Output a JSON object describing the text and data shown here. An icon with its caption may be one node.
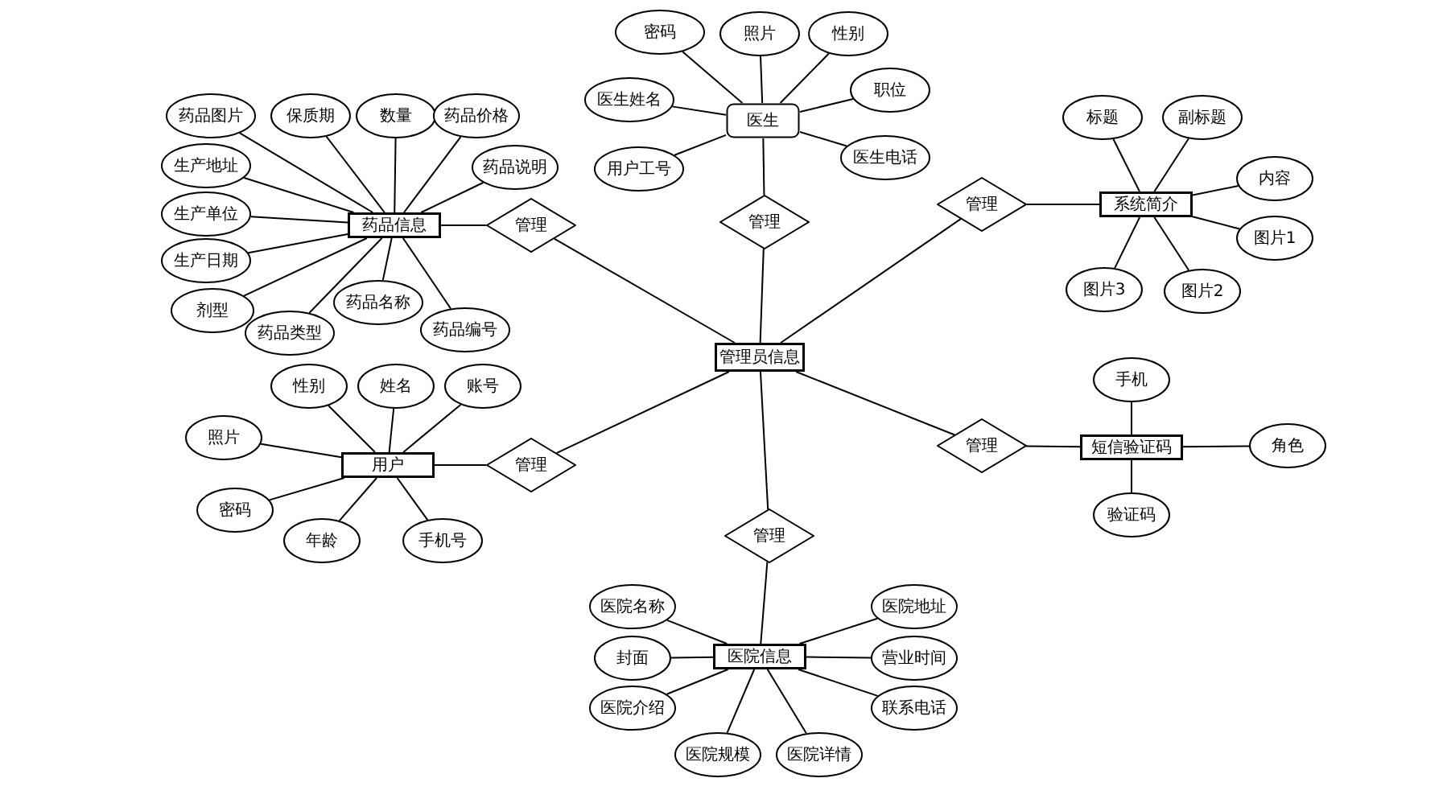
{
  "diagram": {
    "nodes": [
      {
        "text": [
          "管理员信息"
        ]
      },
      {
        "text": [
          "医生"
        ]
      },
      {
        "text": [
          "密码"
        ]
      },
      {
        "text": [
          "照片"
        ]
      },
      {
        "text": [
          "性别"
        ]
      },
      {
        "text": [
          "医生姓名"
        ]
      },
      {
        "text": [
          "职位"
        ]
      },
      {
        "text": [
          "用户工号"
        ]
      },
      {
        "text": [
          "医生电话"
        ]
      },
      {
        "text": [
          "管理"
        ]
      },
      {
        "text": [
          "药品信息"
        ]
      },
      {
        "text": [
          "药品图片"
        ]
      },
      {
        "text": [
          "保质期"
        ]
      },
      {
        "text": [
          "数量"
        ]
      },
      {
        "text": [
          "药品价格"
        ]
      },
      {
        "text": [
          "生产地址"
        ]
      },
      {
        "text": [
          "药品说明"
        ]
      },
      {
        "text": [
          "生产单位"
        ]
      },
      {
        "text": [
          "生产日期"
        ]
      },
      {
        "text": [
          "剂型"
        ]
      },
      {
        "text": [
          "药品名称"
        ]
      },
      {
        "text": [
          "药品类型"
        ]
      },
      {
        "text": [
          "药品编号"
        ]
      },
      {
        "text": [
          "管理"
        ]
      },
      {
        "text": [
          "系统简介"
        ]
      },
      {
        "text": [
          "标题"
        ]
      },
      {
        "text": [
          "副标题"
        ]
      },
      {
        "text": [
          "内容"
        ]
      },
      {
        "text": [
          "图片1"
        ]
      },
      {
        "text": [
          "图片3"
        ]
      },
      {
        "text": [
          "图片2"
        ]
      },
      {
        "text": [
          "管理"
        ]
      },
      {
        "text": [
          "短信验证码"
        ]
      },
      {
        "text": [
          "手机"
        ]
      },
      {
        "text": [
          "角色"
        ]
      },
      {
        "text": [
          "验证码"
        ]
      },
      {
        "text": [
          "管理"
        ]
      },
      {
        "text": [
          "用户"
        ]
      },
      {
        "text": [
          "性别"
        ]
      },
      {
        "text": [
          "姓名"
        ]
      },
      {
        "text": [
          "账号"
        ]
      },
      {
        "text": [
          "照片"
        ]
      },
      {
        "text": [
          "密码"
        ]
      },
      {
        "text": [
          "年龄"
        ]
      },
      {
        "text": [
          "手机号"
        ]
      },
      {
        "text": [
          "管理"
        ]
      },
      {
        "text": [
          "医院信息"
        ]
      },
      {
        "text": [
          "医院名称"
        ]
      },
      {
        "text": [
          "医院地址"
        ]
      },
      {
        "text": [
          "封面"
        ]
      },
      {
        "text": [
          "营业时间"
        ]
      },
      {
        "text": [
          "医院介绍"
        ]
      },
      {
        "text": [
          "联系电话"
        ]
      },
      {
        "text": [
          "医院规模"
        ]
      },
      {
        "text": [
          "医院详情"
        ]
      },
      {
        "text": [
          "管理"
        ]
      }
    ],
    "edges": [
      {
        "from": 1,
        "to": 2,
        "arrow": "none"
      },
      {
        "from": 1,
        "to": 3,
        "arrow": "none"
      },
      {
        "from": 1,
        "to": 4,
        "arrow": "none"
      },
      {
        "from": 1,
        "to": 5,
        "arrow": "none"
      },
      {
        "from": 1,
        "to": 6,
        "arrow": "none"
      },
      {
        "from": 1,
        "to": 7,
        "arrow": "none"
      },
      {
        "from": 1,
        "to": 8,
        "arrow": "none"
      },
      {
        "from": 1,
        "to": 9,
        "arrow": "none"
      },
      {
        "from": 9,
        "to": 0,
        "arrow": "none"
      },
      {
        "from": 10,
        "to": 11,
        "arrow": "none"
      },
      {
        "from": 10,
        "to": 12,
        "arrow": "none"
      },
      {
        "from": 10,
        "to": 13,
        "arrow": "none"
      },
      {
        "from": 10,
        "to": 14,
        "arrow": "none"
      },
      {
        "from": 10,
        "to": 15,
        "arrow": "none"
      },
      {
        "from": 10,
        "to": 16,
        "arrow": "none"
      },
      {
        "from": 10,
        "to": 17,
        "arrow": "none"
      },
      {
        "from": 10,
        "to": 18,
        "arrow": "none"
      },
      {
        "from": 10,
        "to": 19,
        "arrow": "none"
      },
      {
        "from": 10,
        "to": 20,
        "arrow": "none"
      },
      {
        "from": 10,
        "to": 21,
        "arrow": "none"
      },
      {
        "from": 10,
        "to": 22,
        "arrow": "none"
      },
      {
        "from": 10,
        "to": 23,
        "arrow": "none"
      },
      {
        "from": 23,
        "to": 0,
        "arrow": "none"
      },
      {
        "from": 24,
        "to": 25,
        "arrow": "none"
      },
      {
        "from": 24,
        "to": 26,
        "arrow": "none"
      },
      {
        "from": 24,
        "to": 27,
        "arrow": "none"
      },
      {
        "from": 24,
        "to": 28,
        "arrow": "none"
      },
      {
        "from": 24,
        "to": 29,
        "arrow": "none"
      },
      {
        "from": 24,
        "to": 30,
        "arrow": "none"
      },
      {
        "from": 24,
        "to": 31,
        "arrow": "none"
      },
      {
        "from": 31,
        "to": 0,
        "arrow": "none"
      },
      {
        "from": 32,
        "to": 33,
        "arrow": "none"
      },
      {
        "from": 32,
        "to": 34,
        "arrow": "none"
      },
      {
        "from": 32,
        "to": 35,
        "arrow": "none"
      },
      {
        "from": 32,
        "to": 36,
        "arrow": "none"
      },
      {
        "from": 36,
        "to": 0,
        "arrow": "none"
      },
      {
        "from": 37,
        "to": 38,
        "arrow": "none"
      },
      {
        "from": 37,
        "to": 39,
        "arrow": "none"
      },
      {
        "from": 37,
        "to": 40,
        "arrow": "none"
      },
      {
        "from": 37,
        "to": 41,
        "arrow": "none"
      },
      {
        "from": 37,
        "to": 42,
        "arrow": "none"
      },
      {
        "from": 37,
        "to": 43,
        "arrow": "none"
      },
      {
        "from": 37,
        "to": 44,
        "arrow": "none"
      },
      {
        "from": 37,
        "to": 45,
        "arrow": "none"
      },
      {
        "from": 45,
        "to": 0,
        "arrow": "none"
      },
      {
        "from": 46,
        "to": 47,
        "arrow": "none"
      },
      {
        "from": 46,
        "to": 48,
        "arrow": "none"
      },
      {
        "from": 46,
        "to": 49,
        "arrow": "none"
      },
      {
        "from": 46,
        "to": 50,
        "arrow": "none"
      },
      {
        "from": 46,
        "to": 51,
        "arrow": "none"
      },
      {
        "from": 46,
        "to": 52,
        "arrow": "none"
      },
      {
        "from": 46,
        "to": 53,
        "arrow": "none"
      },
      {
        "from": 46,
        "to": 54,
        "arrow": "none"
      },
      {
        "from": 46,
        "to": 55,
        "arrow": "none"
      },
      {
        "from": 55,
        "to": 0,
        "arrow": "none"
      }
    ]
  }
}
